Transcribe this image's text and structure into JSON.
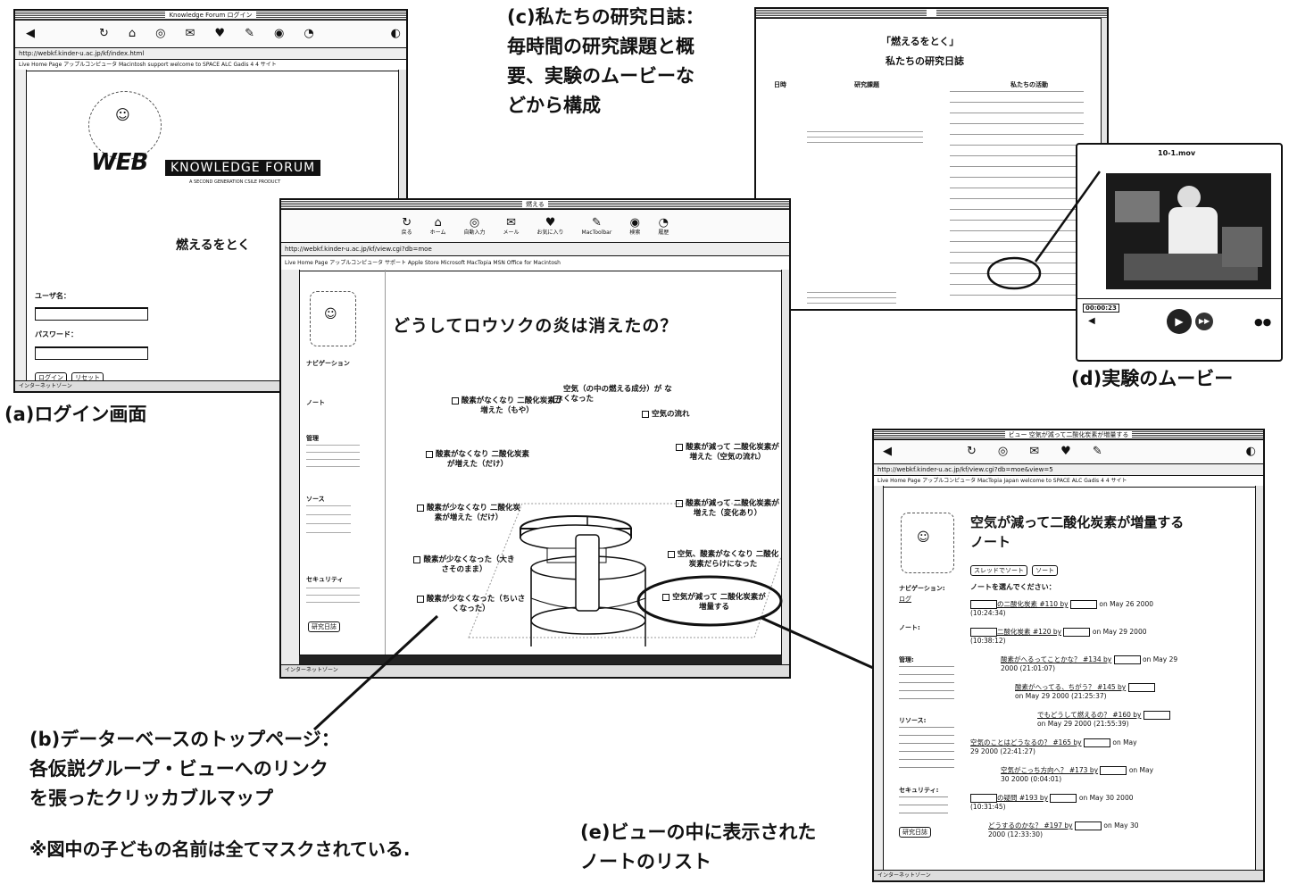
{
  "captions": {
    "a": "(a)ログイン画面",
    "b_1": "(b)データーベースのトップページ：",
    "b_2": "各仮説グループ・ビューへのリンク",
    "b_3": "を張ったクリッカブルマップ",
    "c_1": "(c)私たちの研究日誌：",
    "c_2": "毎時間の研究課題と概",
    "c_3": "要、実験のムービーな",
    "c_4": "どから構成",
    "d": "(d)実験のムービー",
    "e_1": "(e)ビューの中に表示された",
    "e_2": "ノートのリスト",
    "note": "※図中の子どもの名前は全てマスクされている."
  },
  "login": {
    "window_title": "Knowledge Forum ログイン",
    "address": "http://webkf.kinder-u.ac.jp/kf/index.html",
    "links": "Live Home Page   アップルコンピュータ   Macintosh support   welcome to SPACE ALC   Gadis 4 4 サイト",
    "logo_text": "KNOWLEDGE FORUM",
    "logo_small": "A SECOND GENERATION CSILE PRODUCT",
    "logo_web": "WEB",
    "heading": "燃えるをとく",
    "user_label": "ユーザ名：",
    "password_label": "パスワード：",
    "login_button": "ログイン",
    "reset_button": "リセット",
    "status": "インターネットゾーン"
  },
  "main": {
    "window_title": "燃える",
    "address": "http://webkf.kinder-u.ac.jp/kf/view.cgi?db=moe",
    "links": "Live Home Page   アップルコンピュータ   サポート   Apple Store   Microsoft MacTopia   MSN   Office for Macintosh",
    "toolbar": [
      "戻る",
      "ホーム",
      "自動入力",
      "メール",
      "お気に入り",
      "MacToolbar",
      "検索",
      "履歴"
    ],
    "title": "どうしてロウソクの炎は消えたの？",
    "nav_label": "ナビゲーション",
    "note_label": "ノート",
    "manage_label": "管理",
    "source_label": "ソース",
    "security_label": "セキュリティ",
    "diary_button": "研究日誌",
    "status": "インターネットゾーン",
    "hypotheses": [
      "空気（の中の燃える成分）が なくなった",
      "酸素がなくなり 二酸化炭素が増えた（もや）",
      "空気の流れ",
      "酸素が減って 二酸化炭素が増えた（空気の流れ）",
      "酸素がなくなり 二酸化炭素が増えた（だけ）",
      "酸素が減って 二酸化炭素が増えた（変化あり）",
      "酸素が少なくなり 二酸化炭素が増えた（だけ）",
      "空気、酸素がなくなり 二酸化炭素だらけになった",
      "酸素が少なくなった（大きさそのまま）",
      "空気が減って 二酸化炭素が増量する",
      "酸素が少なくなった（ちいさくなった）"
    ]
  },
  "diary": {
    "heading": "「燃えるをとく」",
    "subheading": "私たちの研究日誌",
    "col_date": "日時",
    "col_topic": "研究課題",
    "col_summary": "私たちの活動"
  },
  "movie": {
    "window_title": "10-1.mov",
    "timecode": "00:00:23"
  },
  "notes": {
    "window_title": "ビュー 空気が減って二酸化炭素が増量する",
    "address": "http://webkf.kinder-u.ac.jp/kf/view.cgi?db=moe&view=5",
    "links": "Live Home Page   アップルコンピュータ   MacTopia Japan   welcome to SPACE ALC   Gadis 4 4 サイト",
    "title_1": "空気が減って二酸化炭素が増量する",
    "title_2": "ノート",
    "btn_scaffold": "スレッドでソート",
    "btn_sort": "ソート",
    "prompt": "ノートを選んでください：",
    "items": [
      {
        "t": "の二酸化炭素 #110 by",
        "d": "on May 26 2000",
        "d2": "(10:24:34)"
      },
      {
        "t": "二酸化炭素 #120 by",
        "d": "on May 29 2000",
        "d2": "(10:38:12)"
      },
      {
        "t": "酸素がへるってことかな？ #134 by",
        "d": "on May 29",
        "d2": "2000 (21:01:07)"
      },
      {
        "t": "酸素がへってる、ちがう？ #145 by",
        "d": "",
        "d2": "on May 29 2000 (21:25:37)"
      },
      {
        "t": "でもどうして燃えるの？ #160 by",
        "d": "",
        "d2": "on May 29 2000 (21:55:39)"
      },
      {
        "t": "空気のことはどうなるの？ #165 by",
        "d": "on May",
        "d2": "29 2000 (22:41:27)"
      },
      {
        "t": "空気がこっち方向へ？ #173 by",
        "d": "on May",
        "d2": "30 2000 (0:04:01)"
      },
      {
        "t": "の疑問 #193 by",
        "d": "on May 30 2000",
        "d2": "(10:31:45)"
      },
      {
        "t": "どうするのかな？ #197 by",
        "d": "on May 30",
        "d2": "2000 (12:33:30)"
      }
    ],
    "nav_label": "ナビゲーション:",
    "nav_value": "ログ",
    "note_label": "ノート:",
    "manage_label": "管理:",
    "source_label": "リソース:",
    "security_label": "セキュリティ:",
    "diary_button": "研究日誌",
    "status": "インターネットゾーン"
  }
}
